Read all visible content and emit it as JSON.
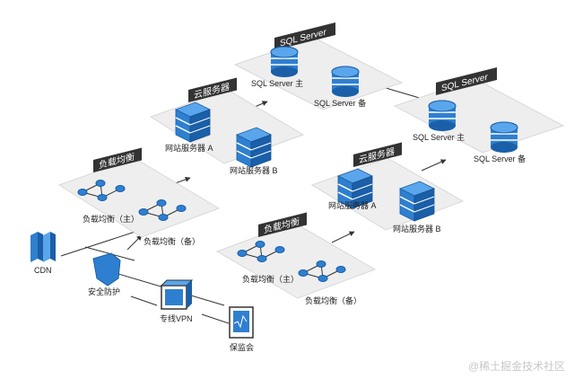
{
  "zones": {
    "sql_top": "SQL Server",
    "sql_right": "SQL Server",
    "cloud_left": "云服务器",
    "cloud_right": "云服务器",
    "lb_left": "负载均衡",
    "lb_right": "负载均衡"
  },
  "nodes": {
    "sql_top_primary": "SQL Server 主",
    "sql_top_backup": "SQL Server 备",
    "sql_right_primary": "SQL Server 主",
    "sql_right_backup": "SQL Server 备",
    "web_left_a": "网站服务器 A",
    "web_left_b": "网站服务器 B",
    "web_right_a": "网站服务器 A",
    "web_right_b": "网站服务器 B",
    "lb_left_primary": "负载均衡（主）",
    "lb_left_backup": "负载均衡（备）",
    "lb_right_primary": "负载均衡（主）",
    "lb_right_backup": "负载均衡（备）",
    "cdn": "CDN",
    "security": "安全防护",
    "vpn": "专线VPN",
    "regulator": "保监会"
  },
  "watermark": "@稀土掘金技术社区",
  "colors": {
    "platform": "#eeeeee",
    "tag_bg": "#333333",
    "server_blue": "#2f7fd0",
    "server_dark": "#1a5fa8",
    "line": "#333333"
  }
}
